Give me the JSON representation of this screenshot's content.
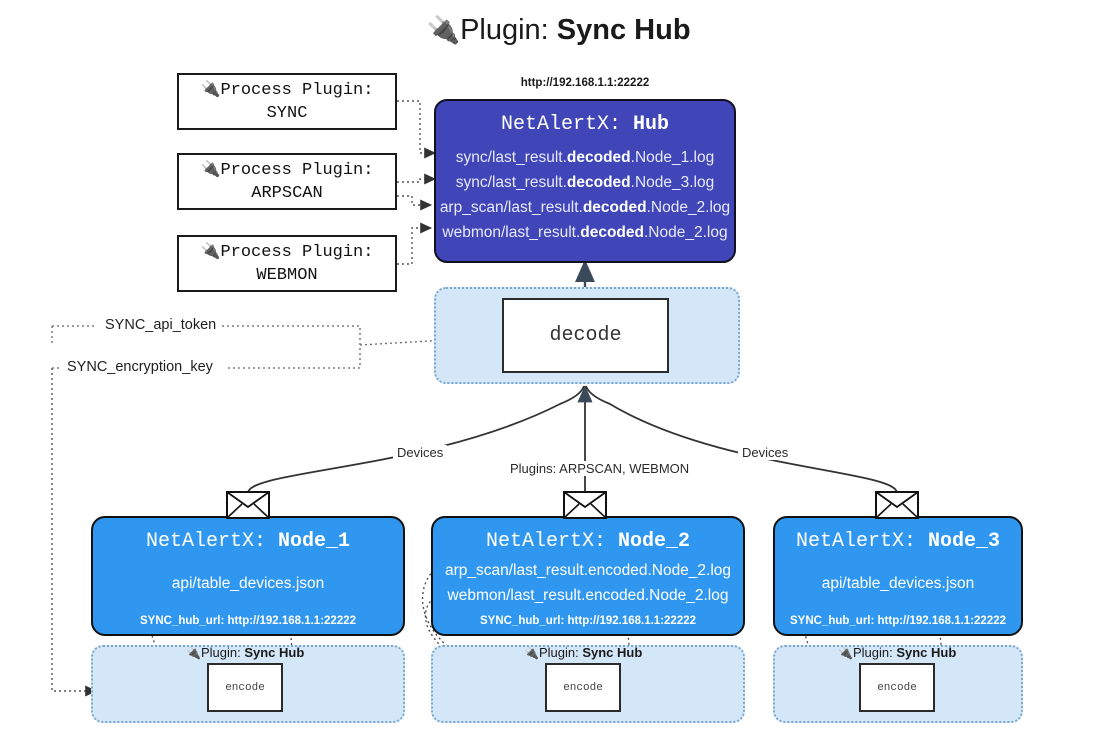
{
  "title": {
    "icon": "plug-icon",
    "prefix": "Plugin: ",
    "name": "Sync Hub"
  },
  "process_plugins": [
    {
      "icon": "plug-icon",
      "line1": "Process Plugin:",
      "line2": "SYNC"
    },
    {
      "icon": "plug-icon",
      "line1": "Process Plugin:",
      "line2": "ARPSCAN"
    },
    {
      "icon": "plug-icon",
      "line1": "Process Plugin:",
      "line2": "WEBMON"
    }
  ],
  "hub": {
    "url": "http://192.168.1.1:22222",
    "title_prefix": "NetAlertX: ",
    "title_name": "Hub",
    "lines": [
      {
        "pre": "sync/last_result.",
        "bold": "decoded",
        "post": ".Node_1.log"
      },
      {
        "pre": "sync/last_result.",
        "bold": "decoded",
        "post": ".Node_3.log"
      },
      {
        "pre": "arp_scan/last_result.",
        "bold": "decoded",
        "post": ".Node_2.log"
      },
      {
        "pre": "webmon/last_result.",
        "bold": "decoded",
        "post": ".Node_2.log"
      }
    ]
  },
  "decode": {
    "label": "decode"
  },
  "tokens": [
    {
      "label": "SYNC_api_token"
    },
    {
      "label": "SYNC_encryption_key"
    }
  ],
  "edge_labels": {
    "devices_left": "Devices",
    "devices_right": "Devices",
    "plugins_center": "Plugins: ARPSCAN, WEBMON"
  },
  "nodes": [
    {
      "title_prefix": "NetAlertX: ",
      "title_name": "Node_1",
      "lines": [
        "api/table_devices.json"
      ],
      "footer": "SYNC_hub_url: http://192.168.1.1:22222",
      "envelope": "envelope-icon",
      "encode": {
        "plugin_icon": "plug-icon",
        "plugin_prefix": "Plugin: ",
        "plugin_name": "Sync Hub",
        "label": "encode"
      }
    },
    {
      "title_prefix": "NetAlertX: ",
      "title_name": "Node_2",
      "lines": [
        "arp_scan/last_result.encoded.Node_2.log",
        "webmon/last_result.encoded.Node_2.log"
      ],
      "footer": "SYNC_hub_url: http://192.168.1.1:22222",
      "envelope": "envelope-icon",
      "encode": {
        "plugin_icon": "plug-icon",
        "plugin_prefix": "Plugin: ",
        "plugin_name": "Sync Hub",
        "label": "encode"
      }
    },
    {
      "title_prefix": "NetAlertX: ",
      "title_name": "Node_3",
      "lines": [
        "api/table_devices.json"
      ],
      "footer": "SYNC_hub_url: http://192.168.1.1:22222",
      "envelope": "envelope-icon",
      "encode": {
        "plugin_icon": "plug-icon",
        "plugin_prefix": "Plugin: ",
        "plugin_name": "Sync Hub",
        "label": "encode"
      }
    }
  ],
  "colors": {
    "hub_bg": "#4046b8",
    "node_bg": "#2f97f0",
    "container_bg": "#d4e7f9",
    "container_border": "#7aa8cd",
    "stroke": "#333333"
  }
}
